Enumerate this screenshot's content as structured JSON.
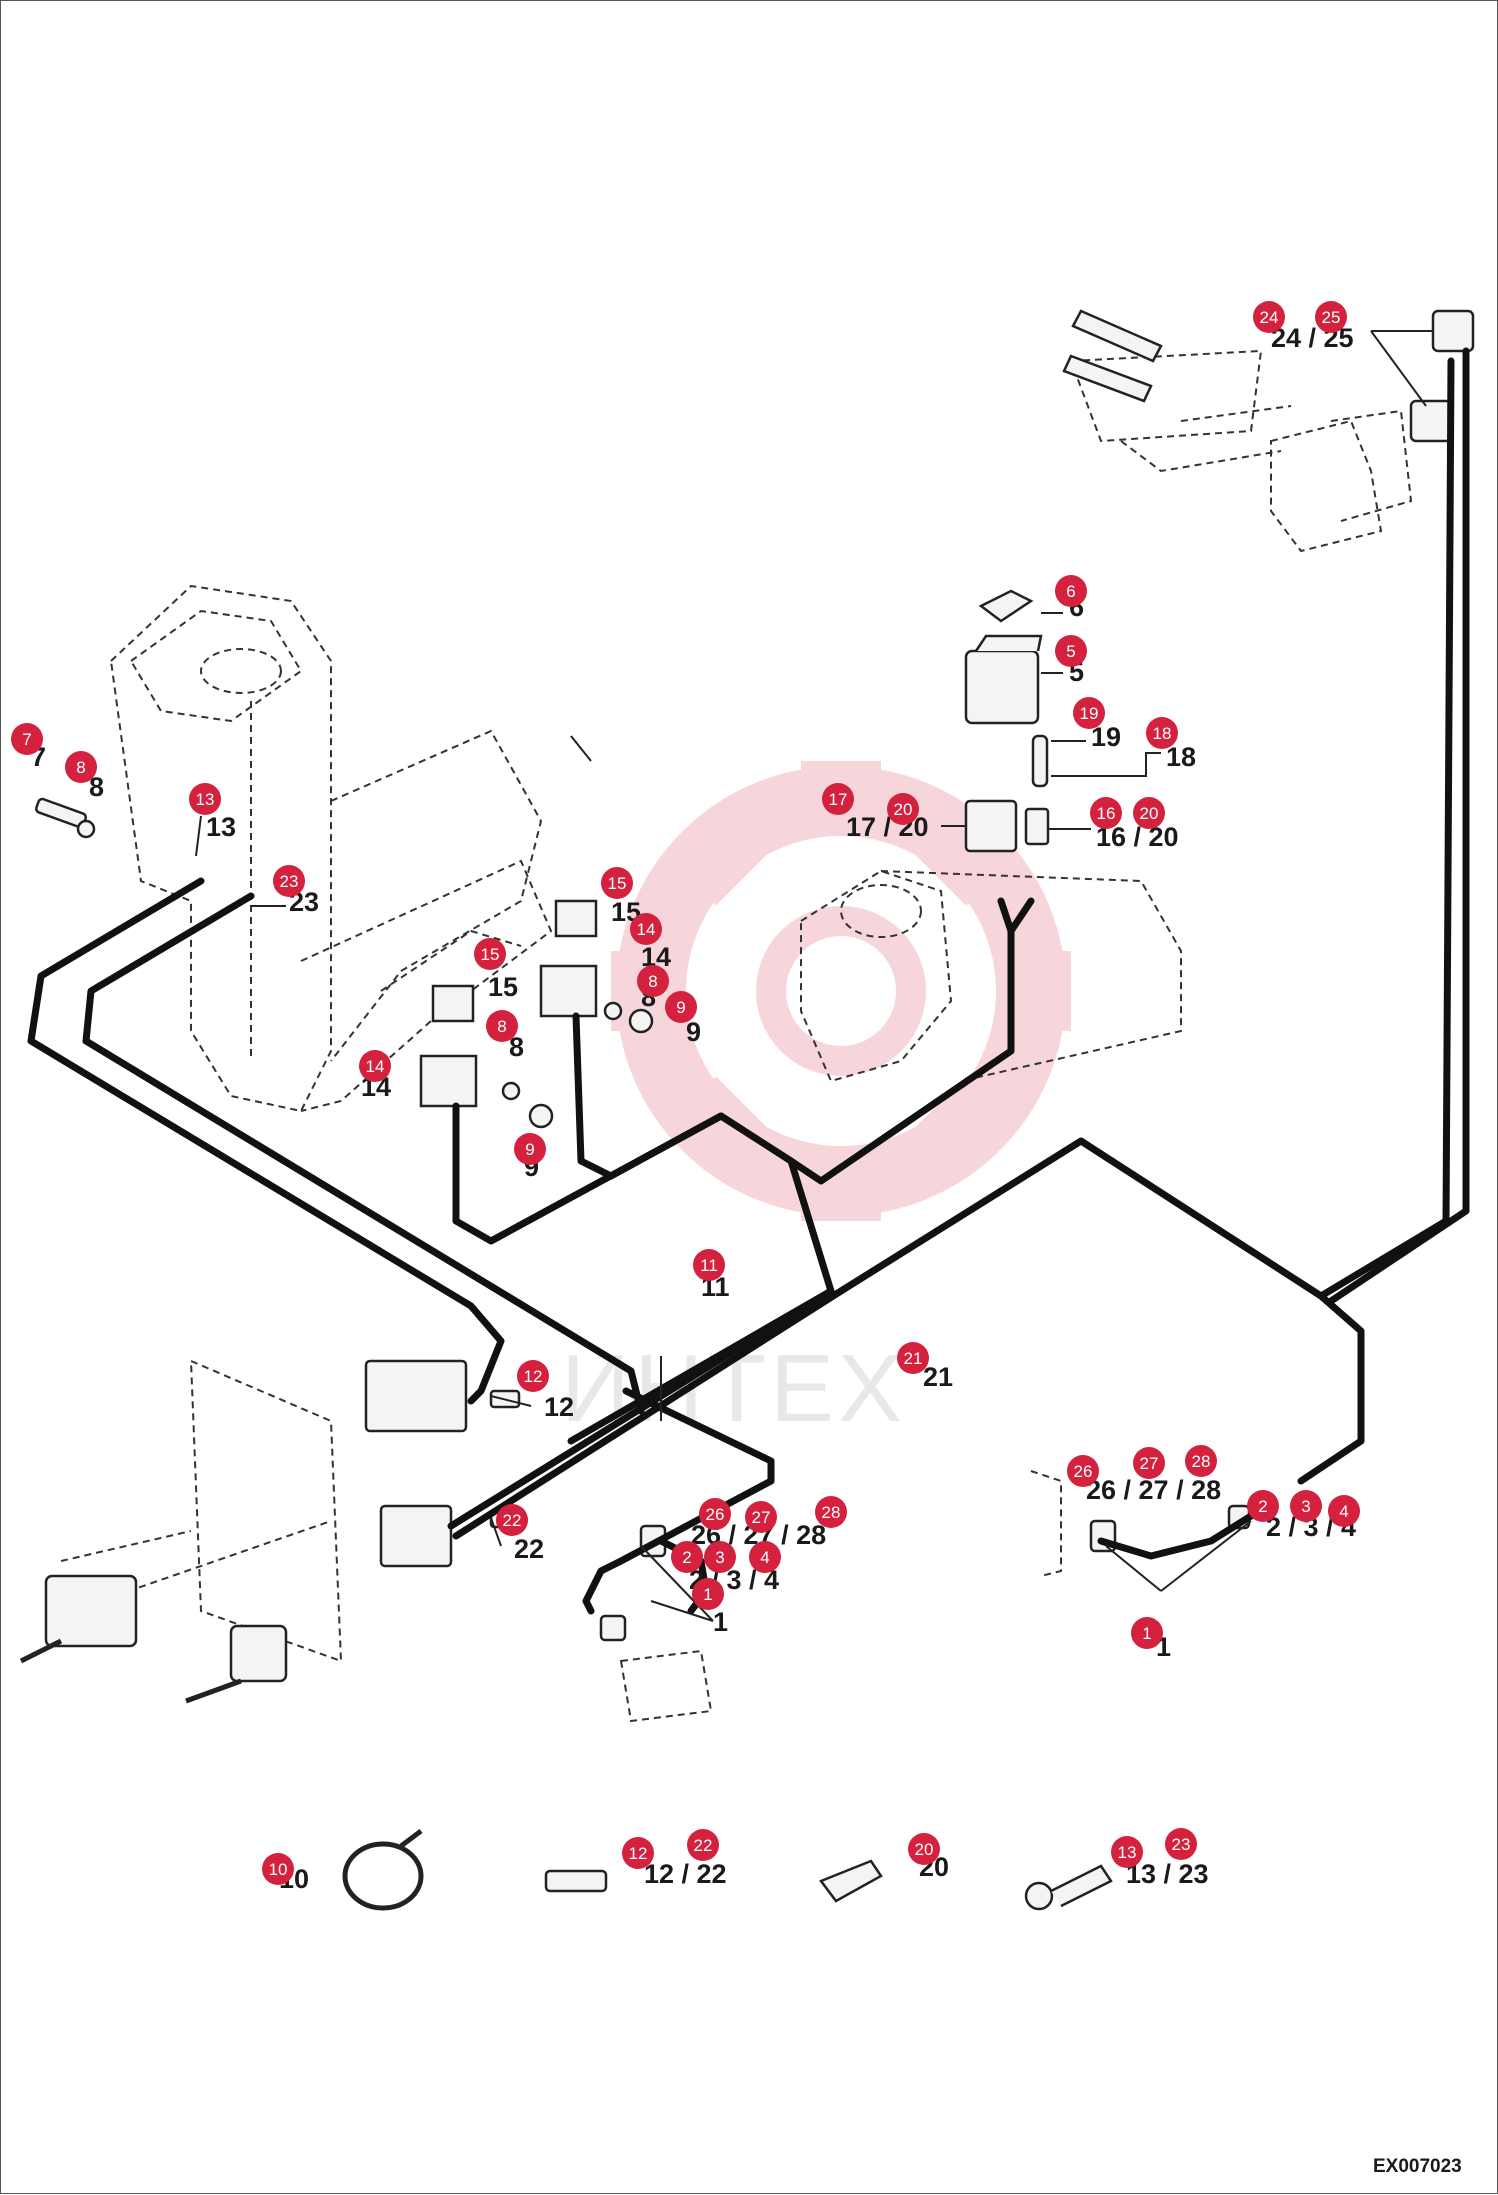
{
  "diagram": {
    "drawing_code": "EX007023",
    "watermark": "ИНТЕХ",
    "callout_color": "#d4213d",
    "harness_color": "#111111",
    "part_labels": {
      "p24_25": "24 / 25",
      "p6": "6",
      "p5": "5",
      "p19": "19",
      "p18": "18",
      "p17_20": "17 / 20",
      "p16_20": "16 / 20",
      "p7": "7",
      "p8a": "8",
      "p13": "13",
      "p23": "23",
      "p15a": "15",
      "p14a": "14",
      "p15b": "15",
      "p8b": "8",
      "p9a": "9",
      "p8c": "8",
      "p14b": "14",
      "p9b": "9",
      "p11": "11",
      "p21": "21",
      "p12": "12",
      "p22": "22",
      "p26_27_28a": "26 / 27 / 28",
      "p2_3_4a": "2 / 3 / 4",
      "p1a": "1",
      "p26_27_28b": "26 / 27 / 28",
      "p2_3_4b": "2 / 3 / 4",
      "p1b": "1",
      "p10": "10",
      "p12_22": "12 / 22",
      "p20": "20",
      "p13_23": "13 / 23"
    },
    "callouts": [
      "24",
      "25",
      "6",
      "5",
      "19",
      "18",
      "17",
      "20",
      "16",
      "20",
      "7",
      "8",
      "13",
      "23",
      "15",
      "14",
      "15",
      "8",
      "9",
      "14",
      "8",
      "9",
      "11",
      "21",
      "12",
      "22",
      "26",
      "27",
      "28",
      "2",
      "3",
      "4",
      "1",
      "26",
      "27",
      "28",
      "2",
      "3",
      "4",
      "1",
      "10",
      "12",
      "22",
      "20",
      "13",
      "23"
    ]
  }
}
